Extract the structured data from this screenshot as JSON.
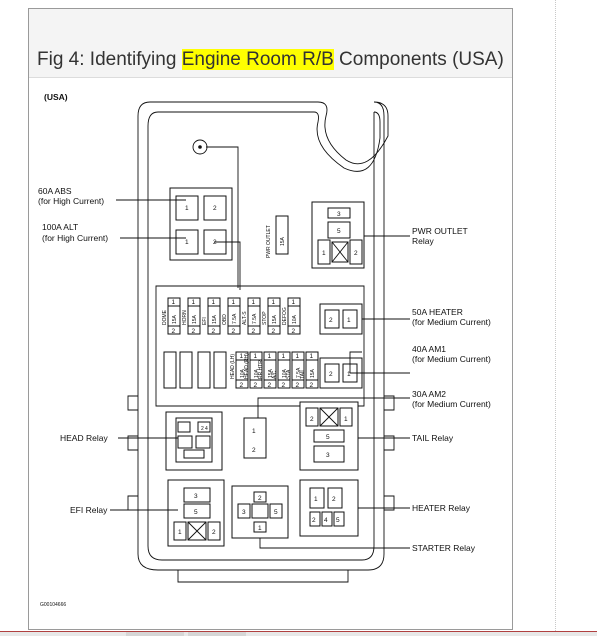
{
  "figure": {
    "caption_prefix": "Fig 4: Identifying ",
    "caption_highlight": "Engine Room R/B",
    "caption_suffix": " Components (USA)",
    "highlight_color": "#ffff00"
  },
  "diagram": {
    "region": "(USA)",
    "figure_code": "G00104666",
    "left_labels": {
      "abs_name": "60A ABS",
      "abs_note": "(for High Current)",
      "alt_name": "100A ALT",
      "alt_note": "(for High Current)",
      "head_relay": "HEAD Relay",
      "efi_relay": "EFI Relay"
    },
    "right_labels": {
      "pwr_outlet_name": "PWR OUTLET",
      "pwr_outlet_kind": "Relay",
      "heater_name": "50A HEATER",
      "heater_note": "(for Medium Current)",
      "am1_name": "40A AM1",
      "am1_note": "(for Medium Current)",
      "am2_name": "30A AM2",
      "am2_note": "(for Medium Current)",
      "tail_relay": "TAIL Relay",
      "heater_relay": "HEATER Relay",
      "starter_relay": "STARTER Relay"
    },
    "pwr_outlet_fuse": {
      "label": "PWR OUTLET",
      "rating": "15A"
    },
    "fuses_top": [
      {
        "name": "DOME",
        "rating": "15A"
      },
      {
        "name": "HORN",
        "rating": "15A"
      },
      {
        "name": "EFI",
        "rating": "15A"
      },
      {
        "name": "OBD",
        "rating": "7.5A"
      },
      {
        "name": "ALT-S",
        "rating": "7.5A"
      },
      {
        "name": "STOP",
        "rating": "15A"
      },
      {
        "name": "DEFOG",
        "rating": "10A"
      }
    ],
    "fuses_bottom": [
      {
        "name": "HEAD (LH)",
        "rating": "10A"
      },
      {
        "name": "HEAD (RH)",
        "rating": "10A"
      },
      {
        "name": "RR HTR",
        "rating": "15A"
      },
      {
        "name": "A/C",
        "rating": "10A"
      },
      {
        "name": "STA",
        "rating": "7.5A"
      },
      {
        "name": "TAIL",
        "rating": "15A"
      }
    ],
    "terminals": {
      "t1": "1",
      "t2": "2",
      "t3": "3",
      "t4": "4",
      "t5": "5"
    }
  }
}
